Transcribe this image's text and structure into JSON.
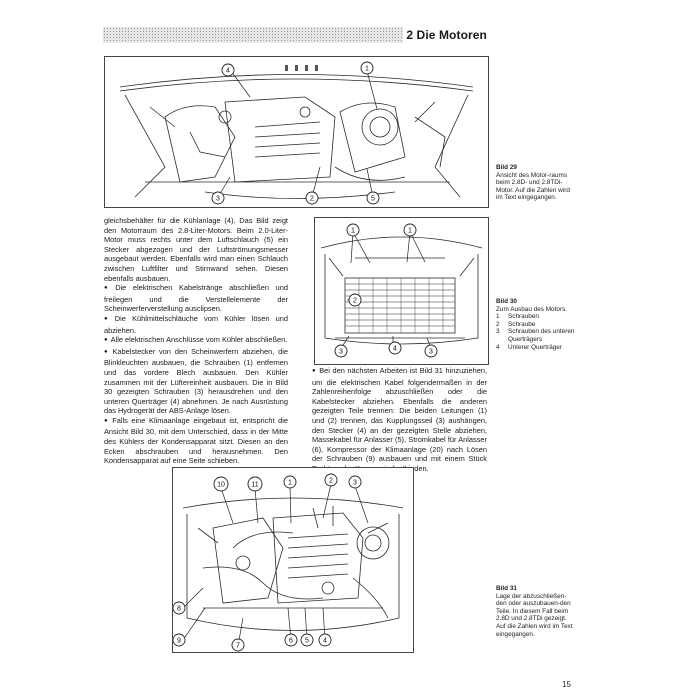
{
  "header": {
    "title": "2 Die Motoren"
  },
  "figures": {
    "fig29": {
      "callouts": [
        "4",
        "1",
        "3",
        "2",
        "5"
      ],
      "caption": {
        "title": "Bild 29",
        "text": "Ansicht des Motor-raums beim 2.8D- und 2.8TDi-Motor. Auf die Zahlen wird im Text eingegangen."
      }
    },
    "fig30": {
      "callouts": [
        "1",
        "1",
        "2",
        "3",
        "4",
        "3"
      ],
      "caption": {
        "title": "Bild 30",
        "text": "Zum Ausbau des Motors.",
        "legend": [
          {
            "num": "1",
            "label": "Schrauben"
          },
          {
            "num": "2",
            "label": "Schraube"
          },
          {
            "num": "3",
            "label": "Schrauben des unteren Querträgers"
          },
          {
            "num": "4",
            "label": "Unterer Querträger"
          }
        ]
      }
    },
    "fig31": {
      "callouts": [
        "10",
        "11",
        "1",
        "2",
        "3",
        "8",
        "9",
        "7",
        "6",
        "5",
        "4"
      ],
      "caption": {
        "title": "Bild 31",
        "text": "Lage der abzuschließen-den oder auszubauen-den Teile. In diesem Fall beim 2.8D und 2.8TDi gezeigt. Auf die Zahlen wird im Text eingegangen."
      }
    }
  },
  "body": {
    "left_column": [
      "gleichsbehälter für die Kühlanlage (4). Das Bild zeigt den Motorraum des 2.8-Liter-Motors. Beim 2.0-Liter-Motor muss rechts unter dem Luftschlauch (5) ein Stecker abgezogen und der Luftströmungsmesser ausgebaut werden. Ebenfalls wird man einen Schlauch zwischen Luftfilter und Stirnwand sehen. Diesen ebenfalls ausbauen.",
      "Die elektrischen Kabelstränge abschließen und freilegen und die Verstellelemente der Scheinwerferverstellung ausclipsen.",
      "Die Kühlmittelschläuche vom Kühler lösen und abziehen.",
      "Alle elektrischen Anschlüsse vom Kühler abschließen.",
      "Kabelstecker von den Scheinwerfern abziehen, die Blinkleuchten ausbauen, die Schrauben (1) entfernen und das vordere Blech ausbauen. Den Kühler zusammen mit der Lüftereinheit ausbauen. Die in Bild 30 gezeigten Schrauben (3) herausdrehen und den unteren Querträger (4) abnehmen. Je nach Ausrüstung das Hydrogerät der ABS-Anlage lösen.",
      "Falls eine Klimaanlage eingebaut ist, entspricht die Ansicht Bild 30, mit dem Unterschied, dass in der Mitte des Kühlers der Kondensapparat sitzt. Diesen an den Ecken abschrauben und herausnehmen. Den Kondensapparat auf eine Seite schieben."
    ],
    "right_column": [
      "Bei den nächsten Arbeiten ist Bild 31 hinzuziehen, um die elektrischen Kabel folgendermaßen in der Zahlenreihenfolge abzuschließen oder die Kabelstecker abziehen. Ebenfalls die anderen gezeigten Teile trennen: Die beiden Leitungen (1) und (2) trennen, das Kupplungsseil (3) aushängen, den Stecker (4) an der gezeigten Stelle abziehen, Massekabel für Anlasser (5), Stromkabel für Anlasser (6), Kompressor der Klimaanlage (20) nach Lösen der Schrauben (9) ausbauen und mit einem Stück Draht an der Karosserie festbinden."
    ]
  },
  "footer": {
    "page_number": "15"
  }
}
